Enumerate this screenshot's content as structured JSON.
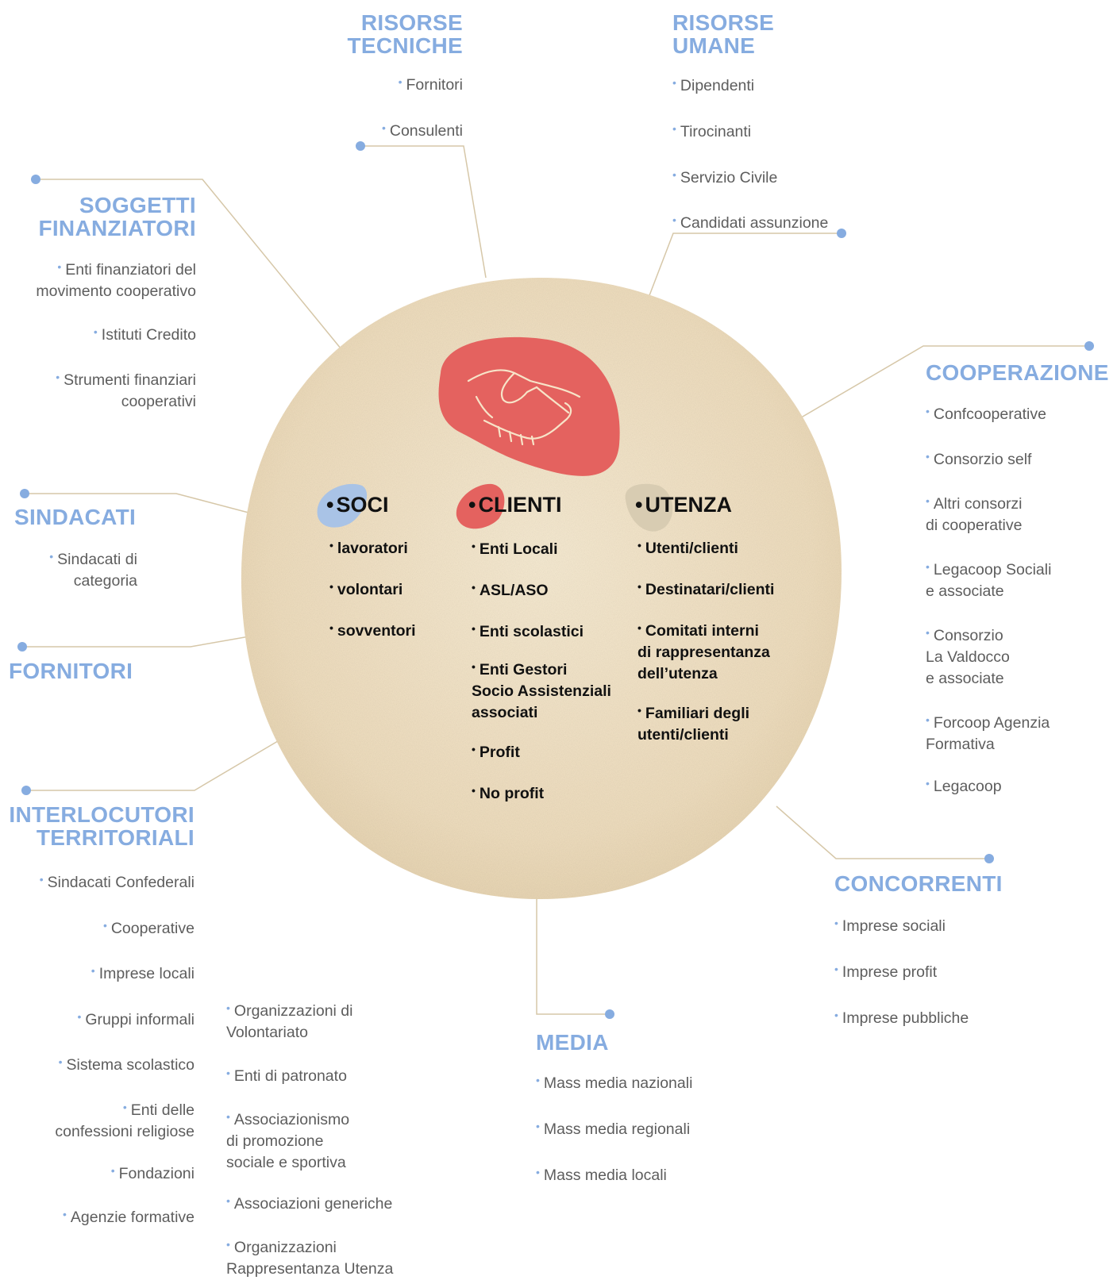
{
  "center": {
    "handshake": "handshake-icon",
    "soci": {
      "title": "SOCI",
      "items": [
        "lavoratori",
        "volontari",
        "sovventori"
      ]
    },
    "clienti": {
      "title": "CLIENTI",
      "items": [
        "Enti Locali",
        "ASL/ASO",
        "Enti scolastici",
        "Enti Gestori\nSocio Assistenziali\nassociati",
        "Profit",
        "No profit"
      ]
    },
    "utenza": {
      "title": "UTENZA",
      "items": [
        "Utenti/clienti",
        "Destinatari/clienti",
        "Comitati interni\ndi rappresentanza\ndell’utenza",
        "Familiari degli\nutenti/clienti"
      ]
    }
  },
  "groups": {
    "risorse_tecniche": {
      "title": "RISORSE\nTECNICHE",
      "items": [
        "Fornitori",
        "Consulenti"
      ]
    },
    "risorse_umane": {
      "title": "RISORSE\nUMANE",
      "items": [
        "Dipendenti",
        "Tirocinanti",
        "Servizio Civile",
        "Candidati assunzione"
      ]
    },
    "soggetti_finanziatori": {
      "title": "SOGGETTI\nFINANZIATORI",
      "items": [
        "Enti finanziatori del\nmovimento cooperativo",
        "Istituti Credito",
        "Strumenti finanziari\ncooperativi"
      ]
    },
    "sindacati": {
      "title": "SINDACATI",
      "items": [
        "Sindacati di\ncategoria"
      ]
    },
    "fornitori": {
      "title": "FORNITORI"
    },
    "interlocutori": {
      "title": "INTERLOCUTORI\nTERRITORIALI",
      "items": [
        "Sindacati Confederali",
        "Cooperative",
        "Imprese locali",
        "Gruppi informali",
        "Sistema scolastico",
        "Enti delle\nconfessioni religiose",
        "Fondazioni",
        "Agenzie formative"
      ],
      "items2": [
        "Organizzazioni di\nVolontariato",
        "Enti di patronato",
        "Associazionismo\ndi promozione\nsociale e sportiva",
        "Associazioni generiche",
        "Organizzazioni\nRappresentanza Utenza"
      ]
    },
    "cooperazione": {
      "title": "COOPERAZIONE",
      "items": [
        "Confcooperative",
        "Consorzio self",
        "Altri consorzi\ndi cooperative",
        "Legacoop Sociali\ne associate",
        "Consorzio\nLa Valdocco\ne associate",
        "Forcoop Agenzia\nFormativa",
        "Legacoop"
      ]
    },
    "concorrenti": {
      "title": "CONCORRENTI",
      "items": [
        "Imprese sociali",
        "Imprese profit",
        "Imprese pubbliche"
      ]
    },
    "media": {
      "title": "MEDIA",
      "items": [
        "Mass media nazionali",
        "Mass media regionali",
        "Mass media locali"
      ]
    }
  },
  "colors": {
    "heading": "#86ace0",
    "line": "#d6c7a8",
    "circle": "#ecdcbf",
    "red_blob": "#e4625f",
    "blue_blob": "#a9c3e6",
    "tan_blob": "#d8ccb2"
  }
}
